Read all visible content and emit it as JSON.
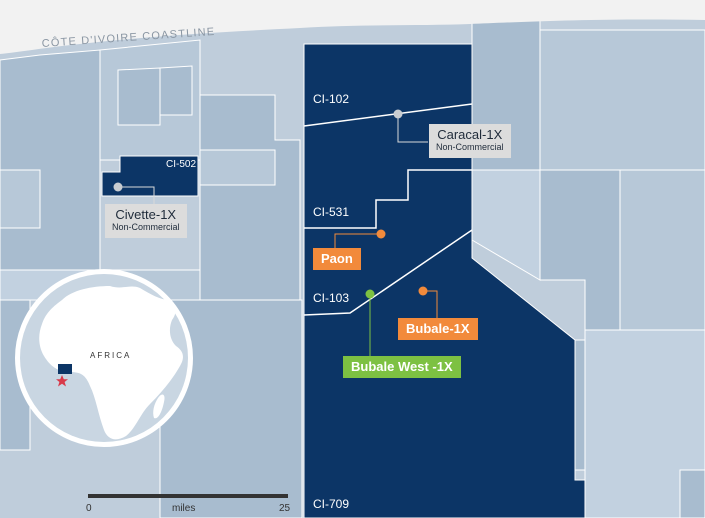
{
  "map": {
    "coastline_label": "CÔTE D'IVOIRE COASTLINE",
    "blocks": [
      {
        "id": "ci102",
        "label": "CI-102"
      },
      {
        "id": "ci531",
        "label": "CI-531"
      },
      {
        "id": "ci103",
        "label": "CI-103"
      },
      {
        "id": "ci709",
        "label": "CI-709"
      },
      {
        "id": "ci502",
        "label": "CI-502"
      }
    ],
    "wells": [
      {
        "name": "Caracal-1X",
        "status": "Non-Commercial",
        "marker_color": "#c8ccd1"
      },
      {
        "name": "Civette-1X",
        "status": "Non-Commercial",
        "marker_color": "#c8ccd1"
      },
      {
        "name": "Paon",
        "marker_color": "#f28a3b"
      },
      {
        "name": "Bubale-1X",
        "marker_color": "#f28a3b"
      },
      {
        "name": "Bubale West -1X",
        "marker_color": "#7dc142"
      }
    ],
    "colors": {
      "operated_block": "#0c3566",
      "other_block": "#a8bccf",
      "other_block_light": "#c2d1e0",
      "land": "#f2f2f2",
      "discovery": "#f28a3b",
      "new_discovery": "#7dc142",
      "non_commercial": "#c8ccd1"
    },
    "inset": {
      "label": "AFRICA"
    },
    "scale_bar": {
      "start": "0",
      "unit": "miles",
      "end": "25"
    }
  }
}
